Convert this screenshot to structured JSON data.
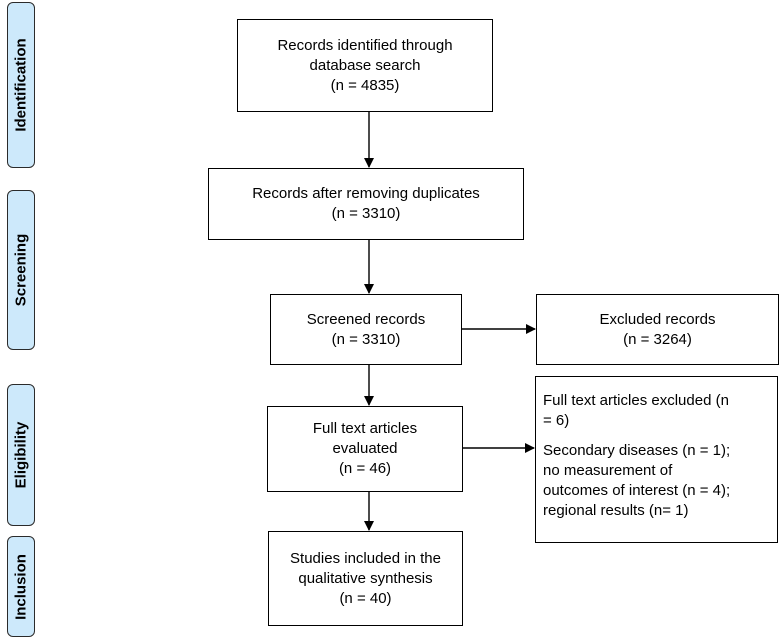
{
  "phases": {
    "identification": "Identification",
    "screening": "Screening",
    "eligibility": "Eligibility",
    "inclusion": "Inclusion"
  },
  "boxes": {
    "identified": {
      "line1": "Records identified through",
      "line2": "database search",
      "count": "(n = 4835)"
    },
    "after_duplicates": {
      "line1": "Records after removing duplicates",
      "count": "(n = 3310)"
    },
    "screened": {
      "line1": "Screened records",
      "count": "(n = 3310)"
    },
    "excluded": {
      "line1": "Excluded records",
      "count": "(n = 3264)"
    },
    "full_text": {
      "line1": "Full text articles",
      "line2": "evaluated",
      "count": "(n = 46)"
    },
    "full_text_excluded": {
      "line1": "Full text articles excluded (n",
      "line2": "= 6)",
      "reason1": "Secondary diseases (n = 1);",
      "reason2": "no measurement of",
      "reason3": "outcomes of interest (n = 4);",
      "reason4": "regional results (n= 1)"
    },
    "included": {
      "line1": "Studies included in the",
      "line2": "qualitative synthesis",
      "count": "(n = 40)"
    }
  }
}
